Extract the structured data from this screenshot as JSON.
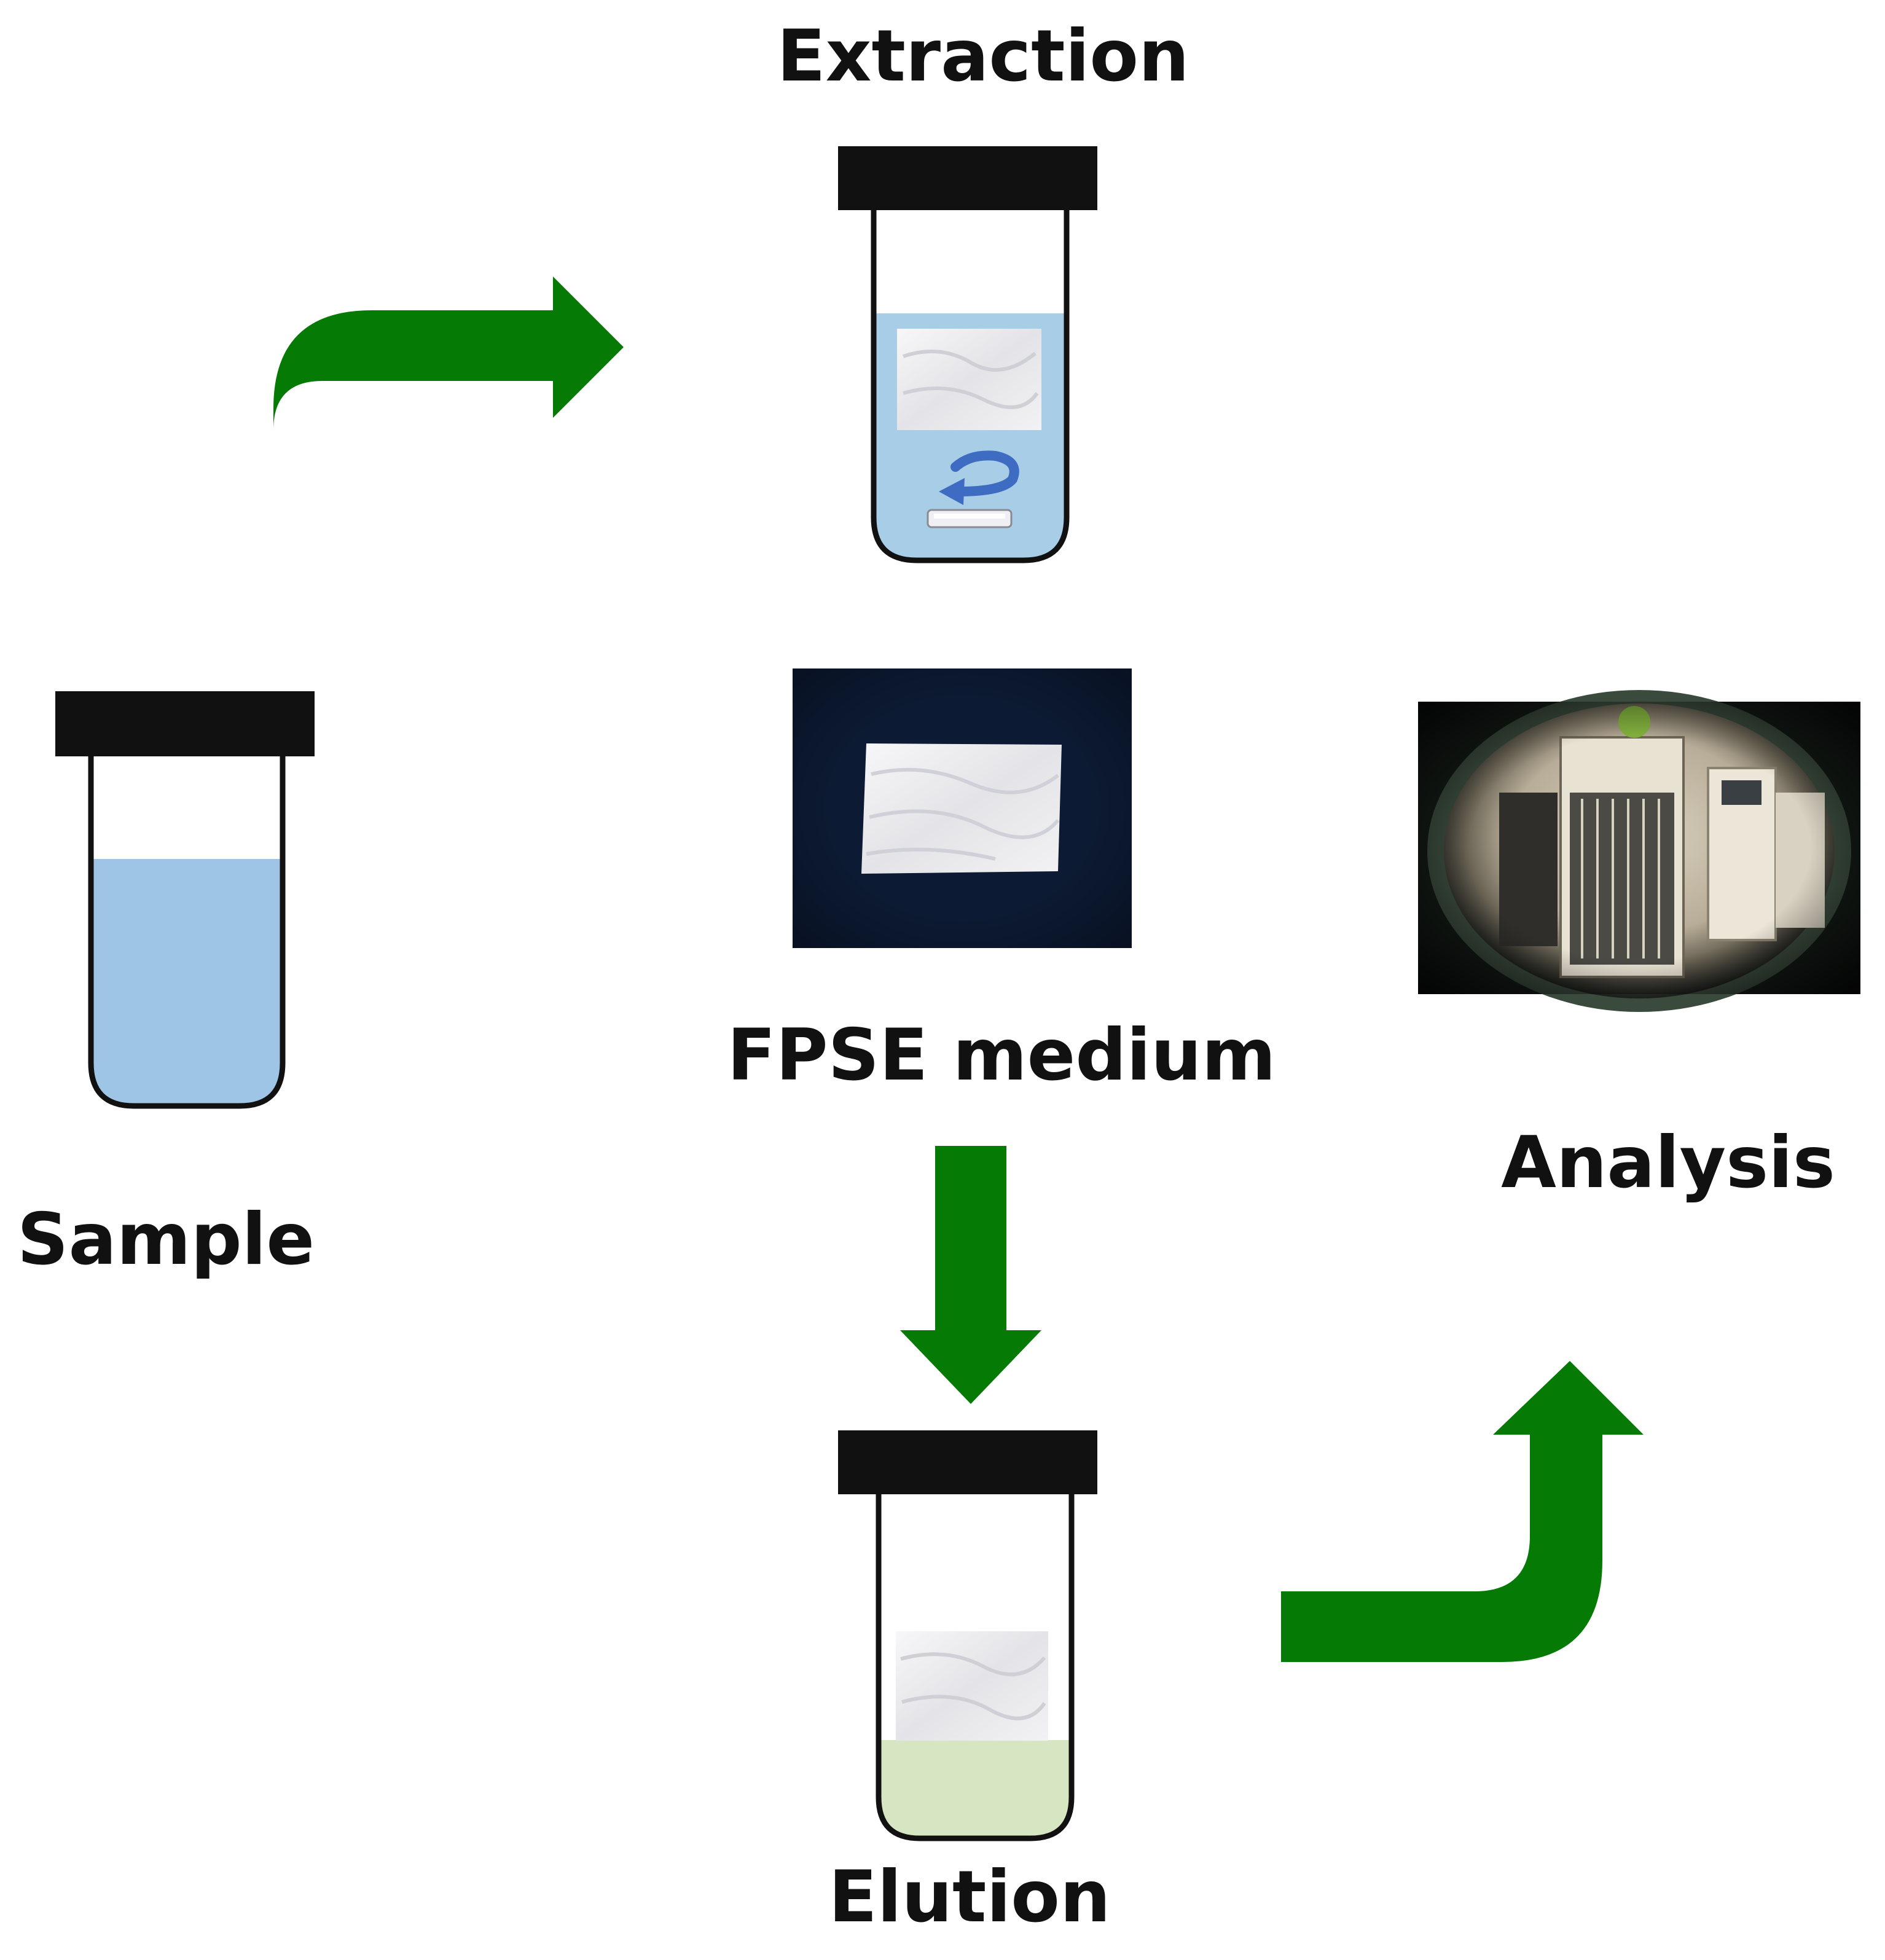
{
  "labels": {
    "extraction": "Extraction",
    "sample": "Sample",
    "fpse_medium": "FPSE medium",
    "analysis": "Analysis",
    "elution": "Elution"
  },
  "colors": {
    "arrow": "#057a05",
    "sample_liquid": "#9ec4e6",
    "extraction_liquid": "#a8cde6",
    "elution_liquid": "#d6e6c2",
    "fpse_background": "#0c1a33",
    "fpse_medium": "#f4f4f6",
    "outline": "#111111",
    "stir_arrow": "#3d6cc2"
  },
  "icons": {
    "vial": "vial-icon",
    "arrow": "arrow-icon",
    "stir": "circular-arrow-icon",
    "stir_bar": "stir-bar-icon",
    "instrument": "analytical-instrument-photo"
  }
}
